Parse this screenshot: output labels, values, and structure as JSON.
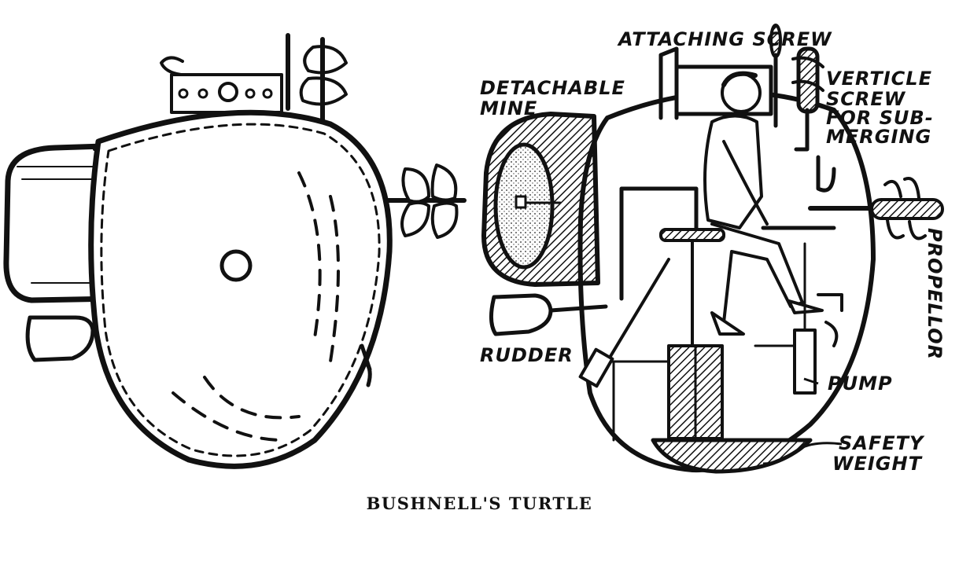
{
  "labels": {
    "attaching_screw": "ATTACHING SCREW",
    "detachable_1": "DETACHABLE",
    "detachable_2": "MINE",
    "verticle_1": "VERTICLE",
    "verticle_2": "SCREW",
    "verticle_3": "FOR SUB-",
    "verticle_4": "MERGING",
    "propellor": "PROPELLOR",
    "rudder": "RUDDER",
    "pump": "PUMP",
    "safety_1": "SAFETY",
    "safety_2": "WEIGHT"
  },
  "caption": "BUSHNELL'S TURTLE"
}
